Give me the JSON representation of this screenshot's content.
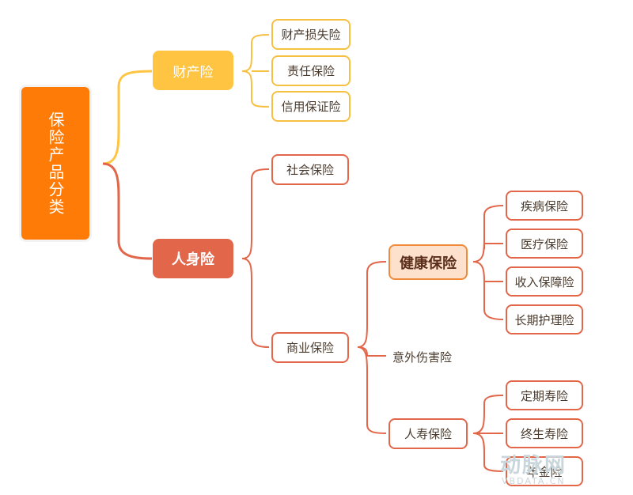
{
  "root": {
    "label": "保险产品分类"
  },
  "property": {
    "label": "财产险",
    "children": [
      "财产损失险",
      "责任保险",
      "信用保证险"
    ]
  },
  "life": {
    "label": "人身险",
    "children": {
      "social": "社会保险",
      "commercial": {
        "label": "商业保险",
        "health": {
          "label": "健康保险",
          "children": [
            "疾病保险",
            "医疗保险",
            "收入保障险",
            "长期护理险"
          ]
        },
        "accident": "意外伤害险",
        "life_ins": {
          "label": "人寿保险",
          "children": [
            "定期寿险",
            "终生寿险",
            "年金险"
          ]
        }
      }
    }
  },
  "watermark": {
    "main": "动脉网",
    "sub": "VBDATA.CN"
  },
  "colors": {
    "root": "#ff7b08",
    "property": "#ffc542",
    "life": "#e2664a",
    "health_fill": "#fde1cc",
    "health_border": "#ef8a3a"
  }
}
